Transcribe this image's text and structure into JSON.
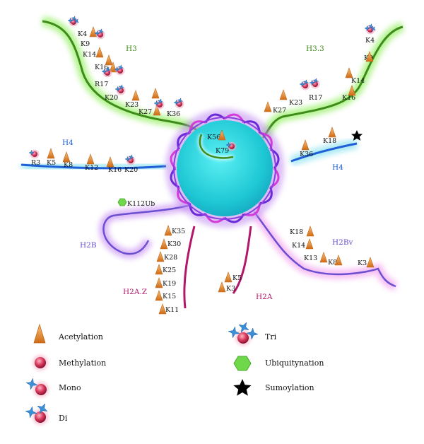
{
  "colors": {
    "h3": "#3d8c1a",
    "h3_glow": "#9af06a",
    "h4": "#1f5fd8",
    "h4_glow": "#8fe3f0",
    "h2b": "#6a4fd0",
    "h2a": "#b3176b",
    "h2az": "#b3176b",
    "h2bv": "#6a4fd0",
    "core": "#29d4dc",
    "dna": "#6b2ad8",
    "acetyl": "#e58a2a",
    "methyl": "#d23a5a",
    "mono_star": "#3a8fd6",
    "ubiq": "#6fd84a",
    "sumo": "#000000"
  },
  "tails": {
    "h3": "H3",
    "h33": "H3.3",
    "h4_left": "H4",
    "h4_right": "H4",
    "h2b": "H2B",
    "h2bv": "H2Bv",
    "h2az": "H2A.Z",
    "h2a": "H2A"
  },
  "residues": {
    "h3_left": [
      "K4",
      "K9",
      "K14",
      "K16",
      "R17",
      "K20",
      "K23",
      "K27",
      "K36"
    ],
    "h3_right": [
      "K4",
      "K9",
      "K14",
      "K16",
      "R17",
      "K23",
      "K27"
    ],
    "core": [
      "K56",
      "K79"
    ],
    "h4_left": [
      "R3",
      "K5",
      "K8",
      "K12",
      "K16",
      "K20"
    ],
    "h4_right": [
      "K18",
      "K36"
    ],
    "h2b": [
      "K112Ub"
    ],
    "h2az": [
      "K35",
      "K30",
      "K28",
      "K25",
      "K19",
      "K15",
      "K11"
    ],
    "h2a": [
      "K5",
      "K3"
    ],
    "h2bv": [
      "K18",
      "K14",
      "K13",
      "K8",
      "K3"
    ]
  },
  "legend": {
    "acetylation": "Acetylation",
    "methylation": "Methylation",
    "mono": "Mono",
    "di": "Di",
    "tri": "Tri",
    "ubiquitynation": "Ubiquitynation",
    "sumoylation": "Sumoylation"
  }
}
